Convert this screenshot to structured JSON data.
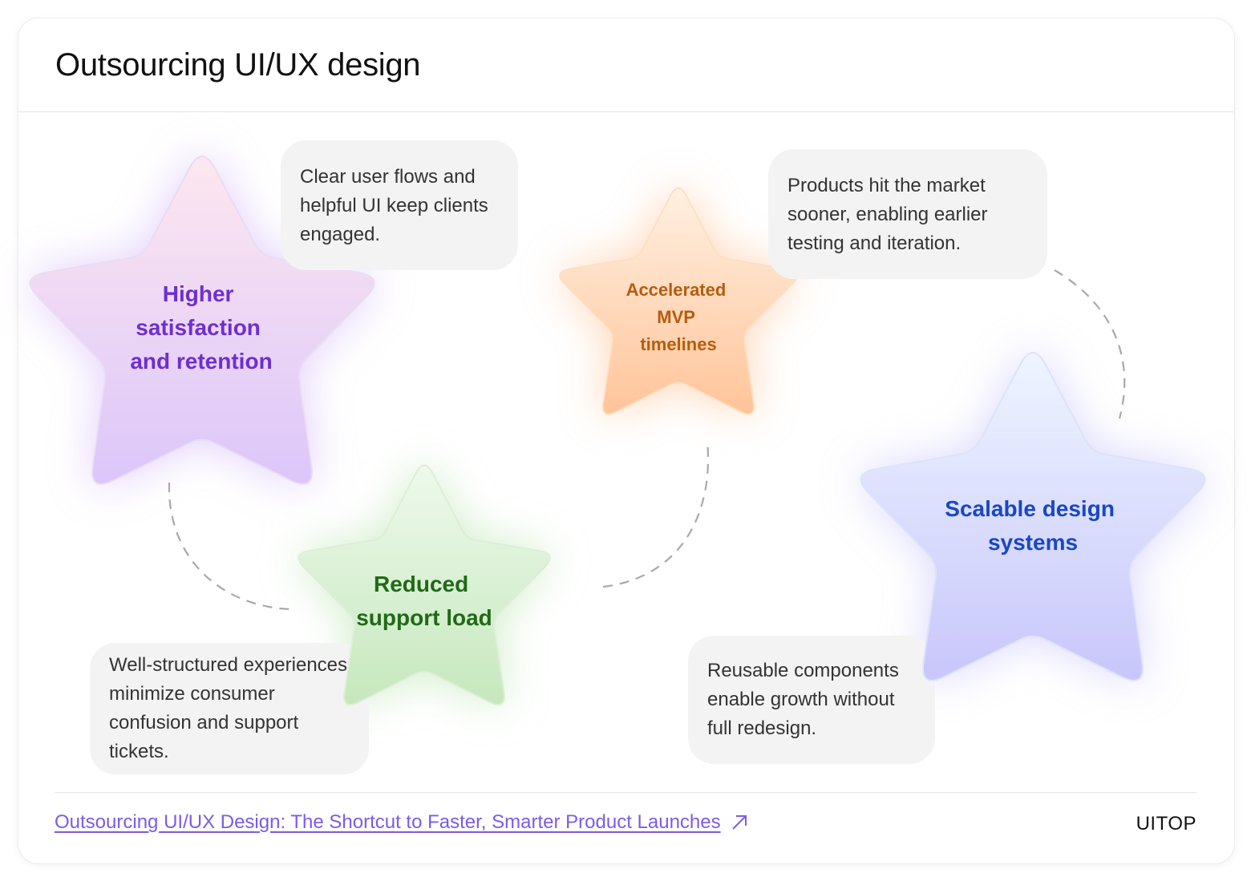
{
  "header": {
    "title": "Outsourcing UI/UX design"
  },
  "nodes": [
    {
      "label_lines": [
        "Higher",
        "satisfaction",
        "and retention"
      ],
      "text_color": "#6d2fd0",
      "fill_top": "#fde7ef",
      "fill_bottom": "#dcc6fa",
      "description": "Clear user flows and helpful UI keep clients engaged."
    },
    {
      "label_lines": [
        "Reduced",
        "support load"
      ],
      "text_color": "#1f6a16",
      "fill_top": "#eef9ec",
      "fill_bottom": "#c6e8bd",
      "description": "Well-structured experiences minimize consumer confusion and support tickets."
    },
    {
      "label_lines": [
        "Accelerated",
        "MVP",
        "timelines"
      ],
      "text_color": "#b55d0d",
      "fill_top": "#fff0e1",
      "fill_bottom": "#ffc49a",
      "description": "Products hit the market sooner, enabling earlier testing and iteration."
    },
    {
      "label_lines": [
        "Scalable design",
        "systems"
      ],
      "text_color": "#1947c4",
      "fill_top": "#eef5ff",
      "fill_bottom": "#c8c6fb",
      "description": "Reusable components enable growth without full redesign."
    }
  ],
  "footer": {
    "source_link": "Outsourcing UI/UX Design: The Shortcut to Faster, Smarter Product Launches",
    "brand": "UITOP"
  },
  "colors": {
    "link": "#7a5ce8",
    "connector": "#a9a9a9",
    "bubble": "#f3f3f3"
  },
  "icons": {
    "source_link": "arrow-up-right-icon"
  }
}
